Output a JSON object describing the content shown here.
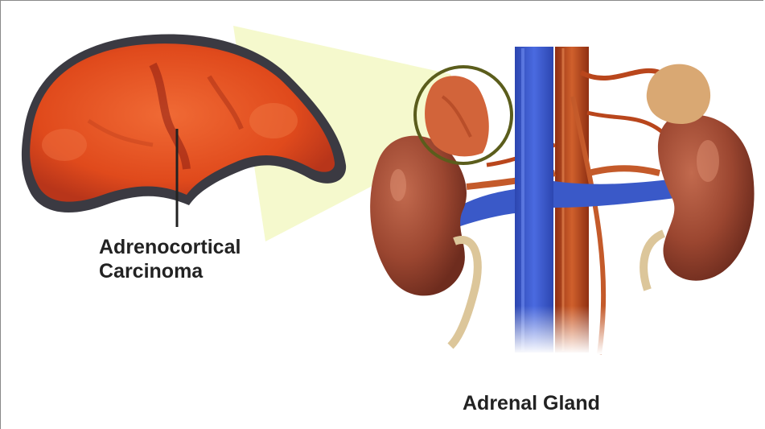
{
  "labels": {
    "carcinoma_line1": "Adrenocortical",
    "carcinoma_line2": "Carcinoma",
    "gland": "Adrenal Gland"
  },
  "colors": {
    "highlight_wedge": "#f4f8c8",
    "tumor": "#e8501f",
    "kidney": "#9c4a32",
    "vein": "#3a59c8",
    "artery": "#b9461c",
    "adrenal_right": "#d9a873",
    "callout_circle": "#5b5d1c"
  }
}
